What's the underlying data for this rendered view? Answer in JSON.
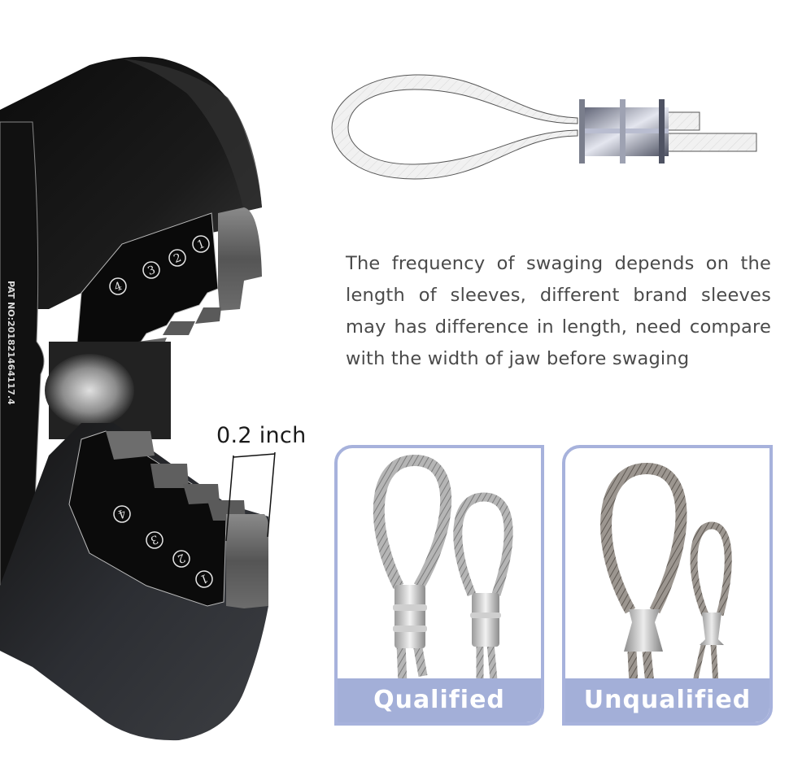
{
  "plier": {
    "patent_text": "PAT NO:201821464117.4",
    "upper_jaw_numbers": [
      "1",
      "2",
      "3",
      "4"
    ],
    "lower_jaw_numbers": [
      "1",
      "2",
      "3",
      "4"
    ],
    "measurement_label": "0.2 inch"
  },
  "diagram": {
    "description": "The frequency of swaging depends on the length of sleeves, different brand sleeves may has difference in length, need compare with the width of jaw before swaging"
  },
  "comparison": {
    "qualified": {
      "label": "Qualified"
    },
    "unqualified": {
      "label": "Unqualified"
    }
  },
  "colors": {
    "card_accent": "#a3afd8",
    "text": "#4a4a4a",
    "plier_body": "#151515"
  }
}
